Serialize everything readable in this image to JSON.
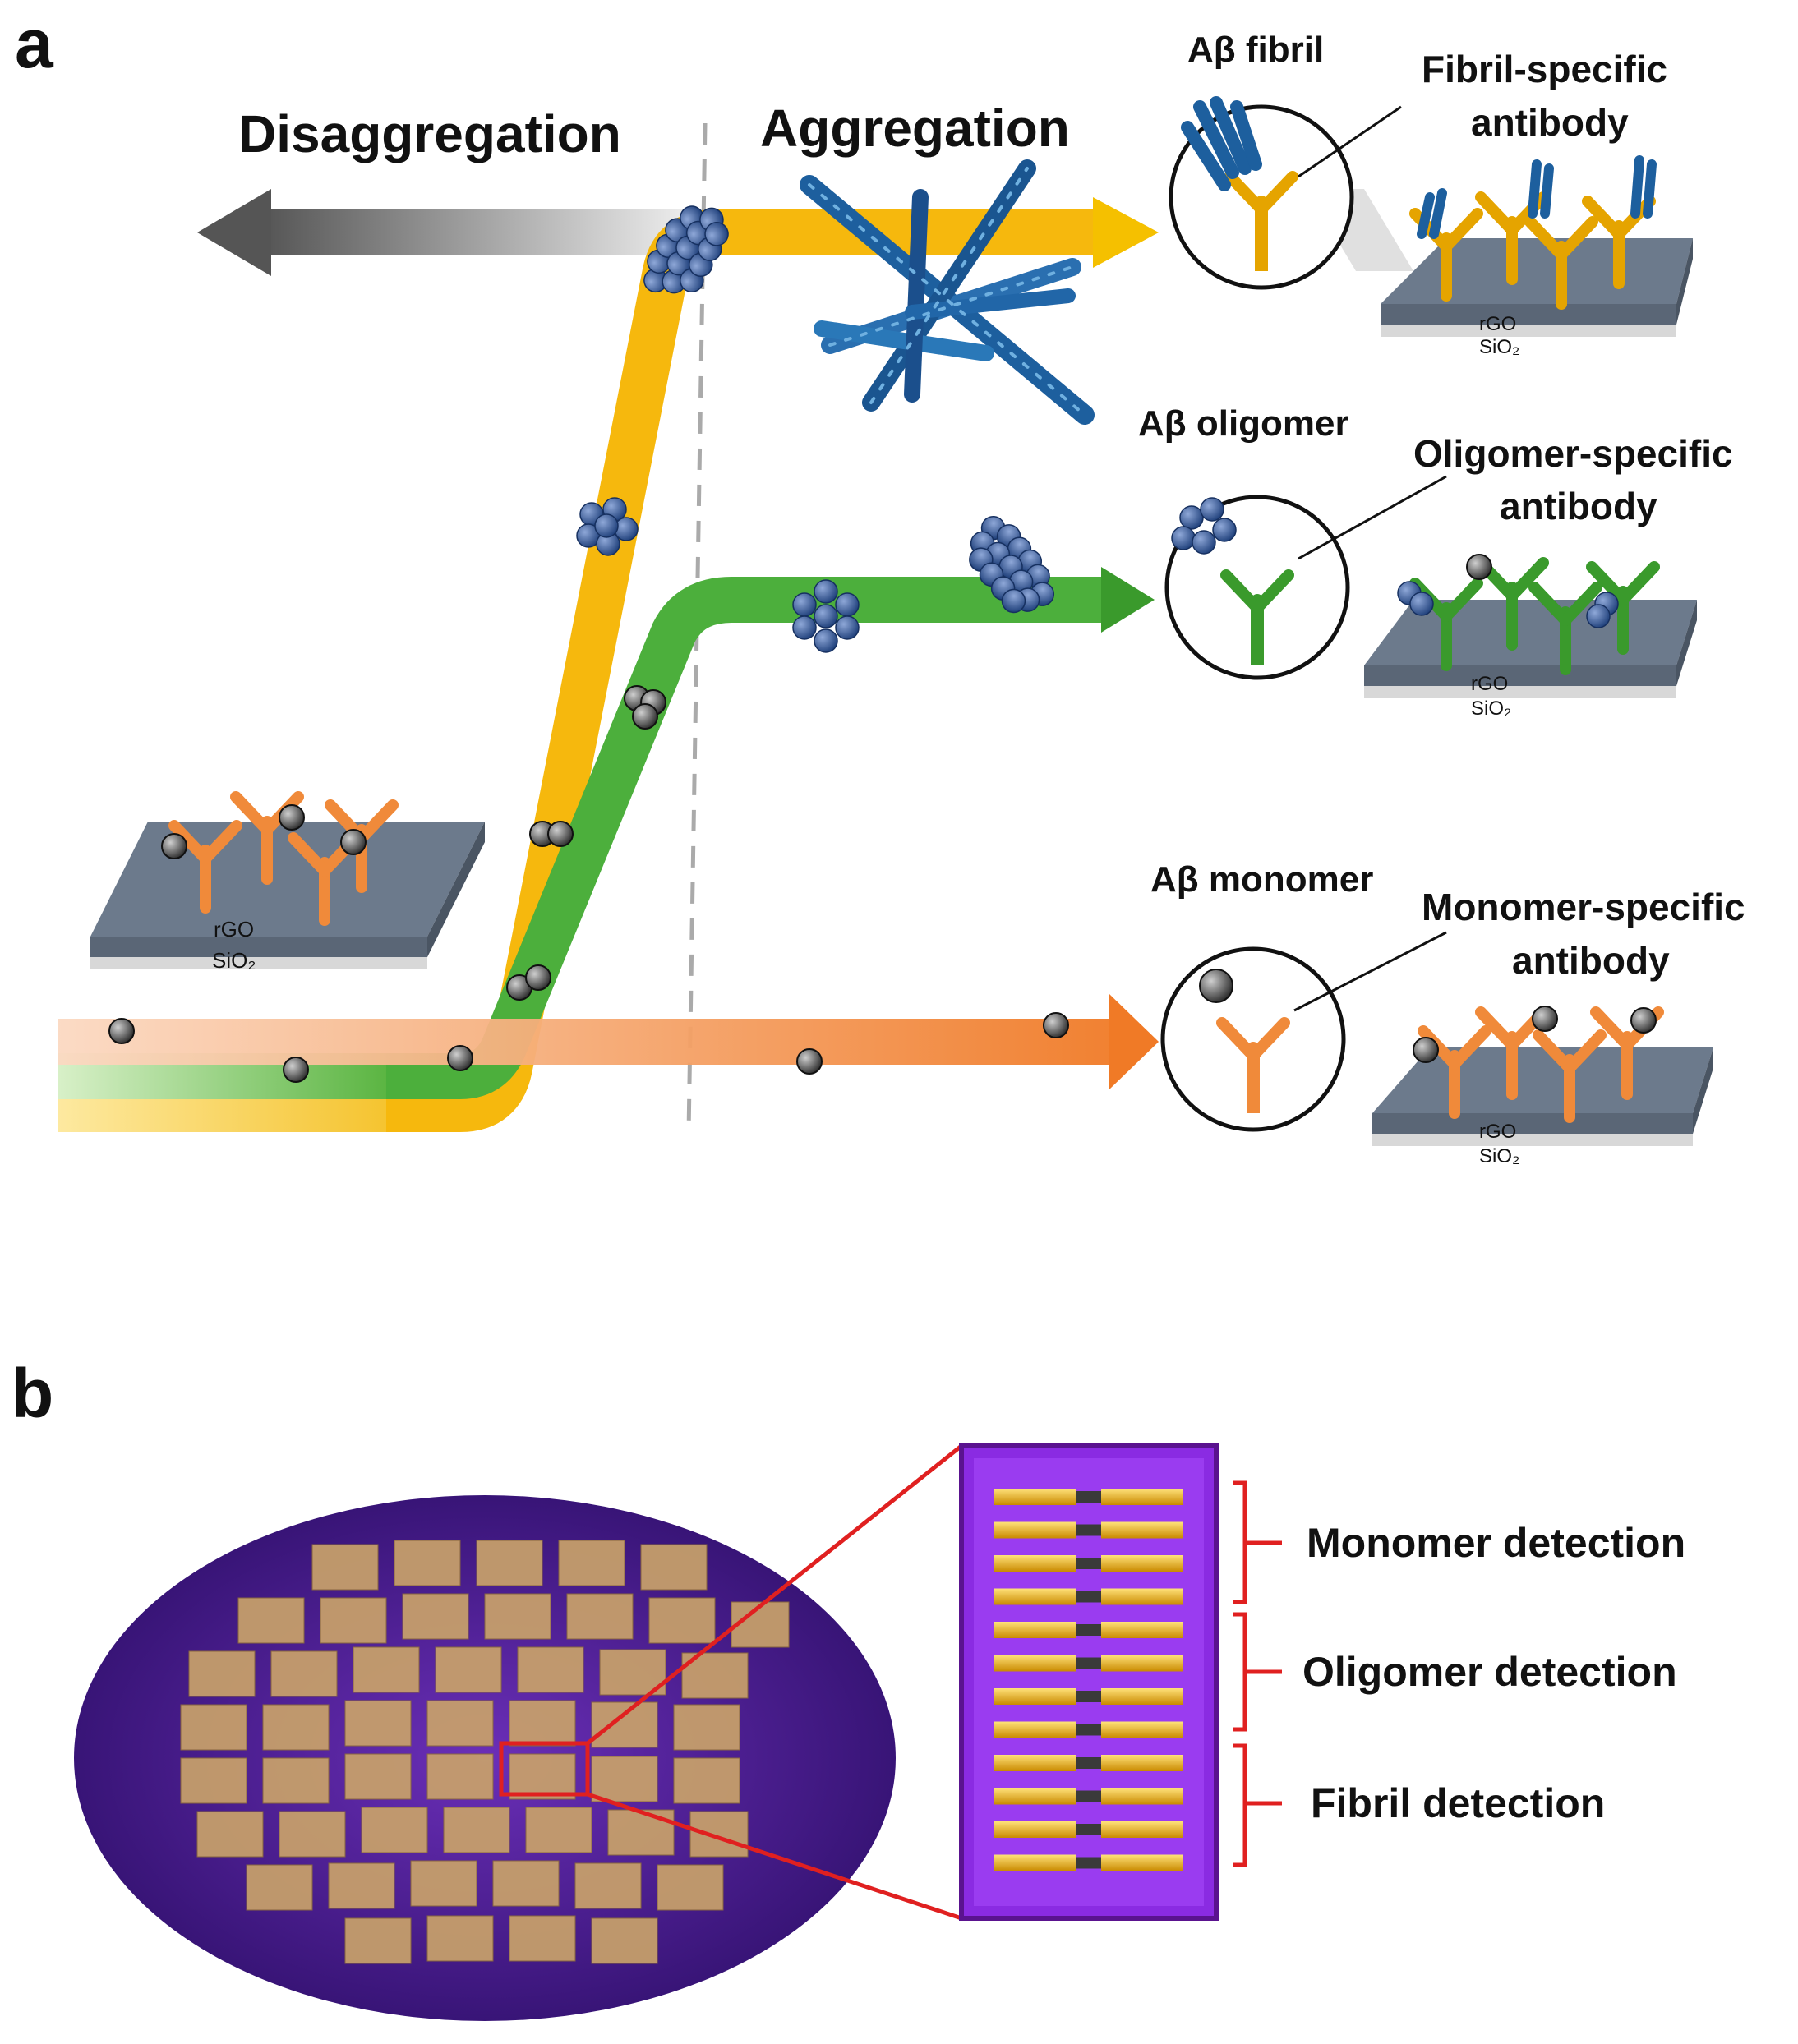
{
  "panel_a": {
    "label": "a",
    "disaggregation": "Disaggregation",
    "aggregation": "Aggregation",
    "surface_rgo": "rGO",
    "surface_sio2": "SiO₂",
    "fibril": {
      "title": "Aβ fibril",
      "antibody_line1": "Fibril-specific",
      "antibody_line2": "antibody"
    },
    "oligomer": {
      "title": "Aβ oligomer",
      "antibody_line1": "Oligomer-specific",
      "antibody_line2": "antibody"
    },
    "monomer": {
      "title": "Aβ monomer",
      "antibody_line1": "Monomer-specific",
      "antibody_line2": "antibody"
    }
  },
  "panel_b": {
    "label": "b",
    "monomer_detection": "Monomer detection",
    "oligomer_detection": "Oligomer detection",
    "fibril_detection": "Fibril detection"
  },
  "colors": {
    "fibril_path": "#f5b400",
    "oligomer_path": "#4caf3c",
    "monomer_path": "#f08a3a",
    "protein": "#2a4f8f",
    "wafer": "#4a1d8a",
    "chip": "#8a2be2",
    "electrode": "#e8a800",
    "bracket": "#e02020"
  }
}
